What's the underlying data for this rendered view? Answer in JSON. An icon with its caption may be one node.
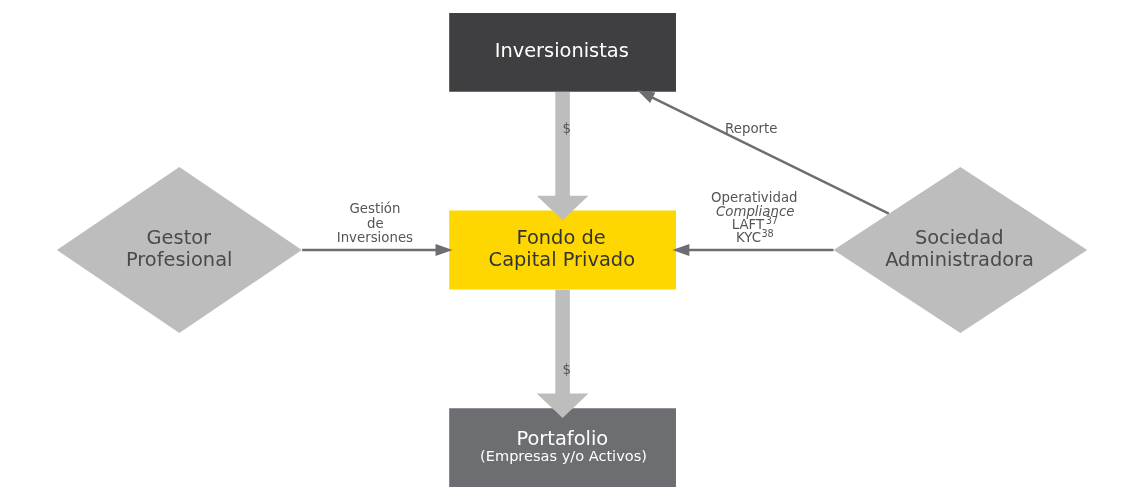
{
  "diagram": {
    "nodes": [
      {
        "text": [
          "Inversionistas"
        ]
      },
      {
        "text": [
          "Gestor Profesional"
        ]
      },
      {
        "text": [
          "Fondo de Capital Privado"
        ]
      },
      {
        "text": [
          "Sociedad Administradora"
        ]
      },
      {
        "text": [
          "Portafolio",
          "(Empresas y/o Activos)"
        ]
      }
    ],
    "edges": [
      {
        "from": 0,
        "to": 2,
        "arrow": "to",
        "label": "$",
        "style": "thick",
        "color": "#bdbdbd"
      },
      {
        "from": 1,
        "to": 2,
        "arrow": "to",
        "label": "Gestión de Inversiones"
      },
      {
        "from": 3,
        "to": 2,
        "arrow": "to",
        "label": "Operatividad *Compliance* LAFT$^{37}$ KYC$^{38}$"
      },
      {
        "from": 3,
        "to": 0,
        "arrow": "to",
        "label": "Reporte"
      },
      {
        "from": 2,
        "to": 4,
        "arrow": "to",
        "label": "$",
        "style": "thick",
        "color": "#bdbdbd"
      }
    ]
  }
}
